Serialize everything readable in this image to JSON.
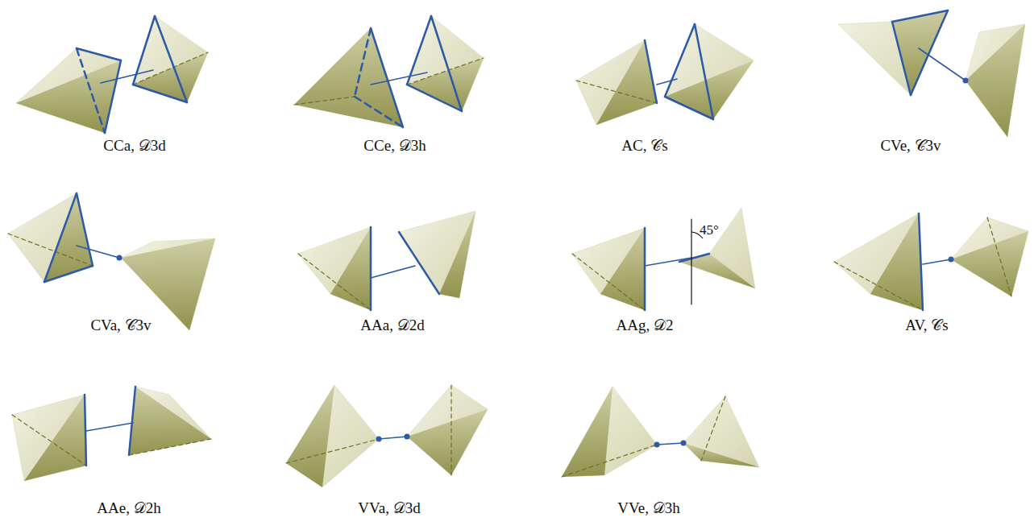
{
  "diagram": {
    "labels": [
      "CCa, 𝒟3d",
      "CCe, 𝒟3h",
      "AC, 𝒞s",
      "CVe, 𝒞3v",
      "CVa, 𝒞3v",
      "AAa, 𝒟2d",
      "AAg, 𝒟2",
      "AV, 𝒞s",
      "AAe, 𝒟2h",
      "VVa, 𝒟3d",
      "VVe, 𝒟3h",
      "45°"
    ]
  }
}
